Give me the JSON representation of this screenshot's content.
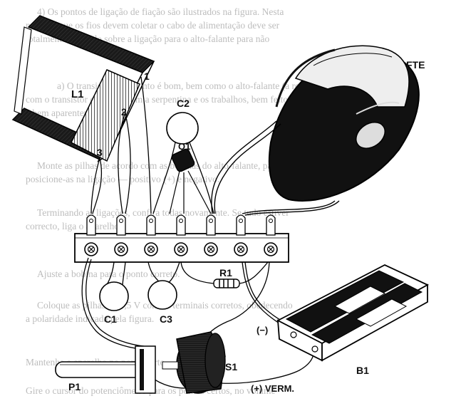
{
  "background_text": [
    "4) Os pontos de ligação de fiação são ilustrados na figura. Nesta",
    "note em que os fios devem coletar o cabo de alimentação deve ser",
    "totalmente apertado sobre a ligação para o alto-falante para não",
    "a) O transistor e conjunto é bom, bem como o alto-falante (a rede",
    "com o transistor conjunto com a serpentina e os trabalhos, bem feitos",
    "e bem aparentemente.",
    "Monte as pilhas de acordo com as bobinas do alto-falante, para",
    "posicione-as na ligação — positivo (+) e negativo.",
    "Terminando as ligações, confira todas novamente. Se tudo estiver",
    "correcto, liga o aparelho.",
    "Ajuste a bobina para o ponto correto.",
    "Coloque as pilhas de 1,5 V com os terminais corretos, obedecendo",
    "a polaridade indicada pela figura.",
    "Mantenha o aparelho no ponto certo.",
    "Gire o cursor do potenciômetro para os pontos certos, no volume"
  ],
  "labels": {
    "L1": "L1",
    "tap1": "1",
    "tap2": "2",
    "tap3": "3",
    "C2": "C2",
    "Q1": "Q1",
    "FTE": "FTE",
    "R1": "R1",
    "C1": "C1",
    "C3": "C3",
    "P1": "P1",
    "S1": "S1",
    "B1": "B1",
    "neg": "(−)",
    "pos": "(+) VERM."
  }
}
